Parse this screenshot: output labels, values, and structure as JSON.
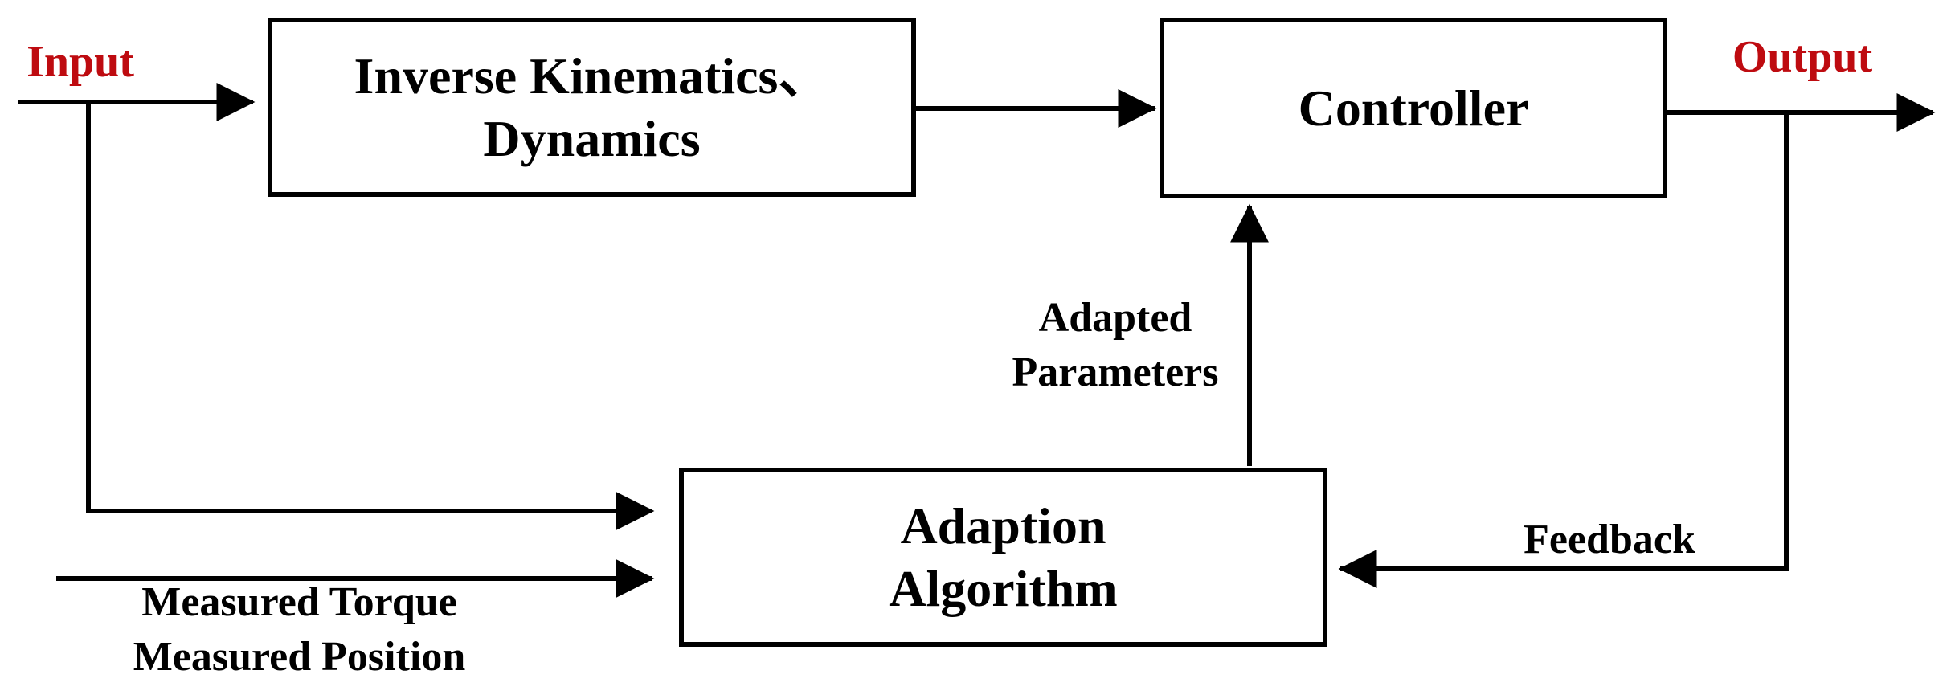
{
  "diagram": {
    "colors": {
      "label_red": "#be0b10",
      "line_black": "#000000",
      "background": "#ffffff"
    },
    "blocks": {
      "inverse_kinematics": {
        "line1": "Inverse Kinematics、",
        "line2": "Dynamics"
      },
      "controller": {
        "label": "Controller"
      },
      "adaption_algorithm": {
        "line1": "Adaption",
        "line2": "Algorithm"
      }
    },
    "labels": {
      "input": "Input",
      "output": "Output",
      "adapted_parameters_line1": "Adapted",
      "adapted_parameters_line2": "Parameters",
      "feedback": "Feedback",
      "measured_torque": "Measured Torque",
      "measured_position": "Measured Position"
    },
    "edges": [
      {
        "from": "Input",
        "to": "Inverse Kinematics、Dynamics",
        "label": ""
      },
      {
        "from": "Inverse Kinematics、Dynamics",
        "to": "Controller",
        "label": ""
      },
      {
        "from": "Controller",
        "to": "Output",
        "label": ""
      },
      {
        "from": "Input",
        "to": "Adaption Algorithm",
        "label": ""
      },
      {
        "from": "Measured Torque / Measured Position",
        "to": "Adaption Algorithm",
        "label": ""
      },
      {
        "from": "Adaption Algorithm",
        "to": "Controller",
        "label": "Adapted Parameters"
      },
      {
        "from": "Output",
        "to": "Adaption Algorithm",
        "label": "Feedback"
      }
    ]
  }
}
